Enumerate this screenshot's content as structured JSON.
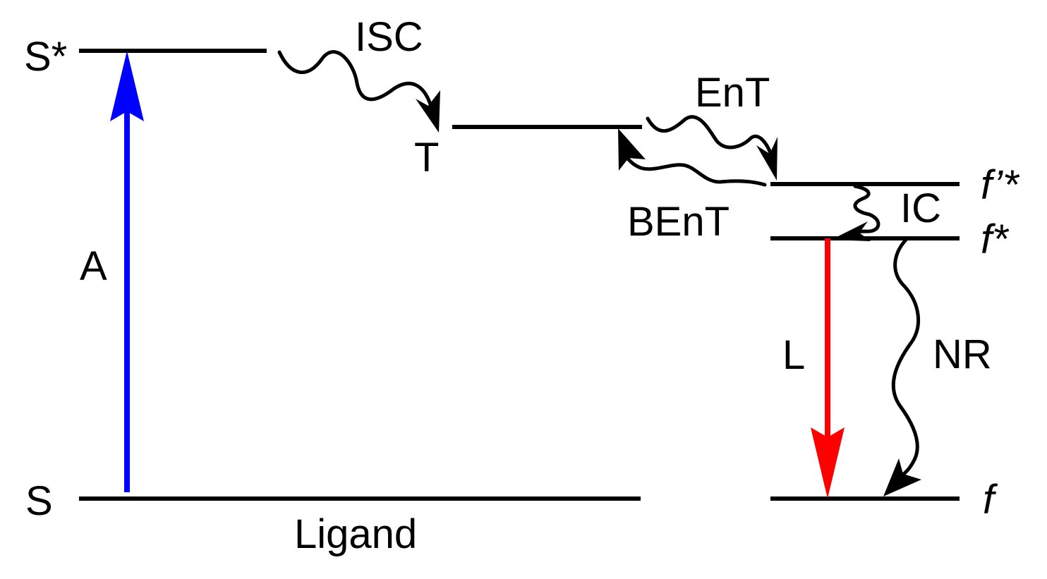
{
  "labels": {
    "s_star": "S*",
    "s": "S",
    "t": "T",
    "ligand": "Ligand",
    "f_prime_star": "f’*",
    "f_star": "f*",
    "f": "f"
  },
  "transitions": {
    "absorption": "A",
    "isc": "ISC",
    "ent": "EnT",
    "bent": "BEnT",
    "ic": "IC",
    "luminescence": "L",
    "nonradiative": "NR"
  },
  "colors": {
    "absorption_arrow": "#0000ff",
    "luminescence_arrow": "#ff0000",
    "line": "#000000"
  }
}
